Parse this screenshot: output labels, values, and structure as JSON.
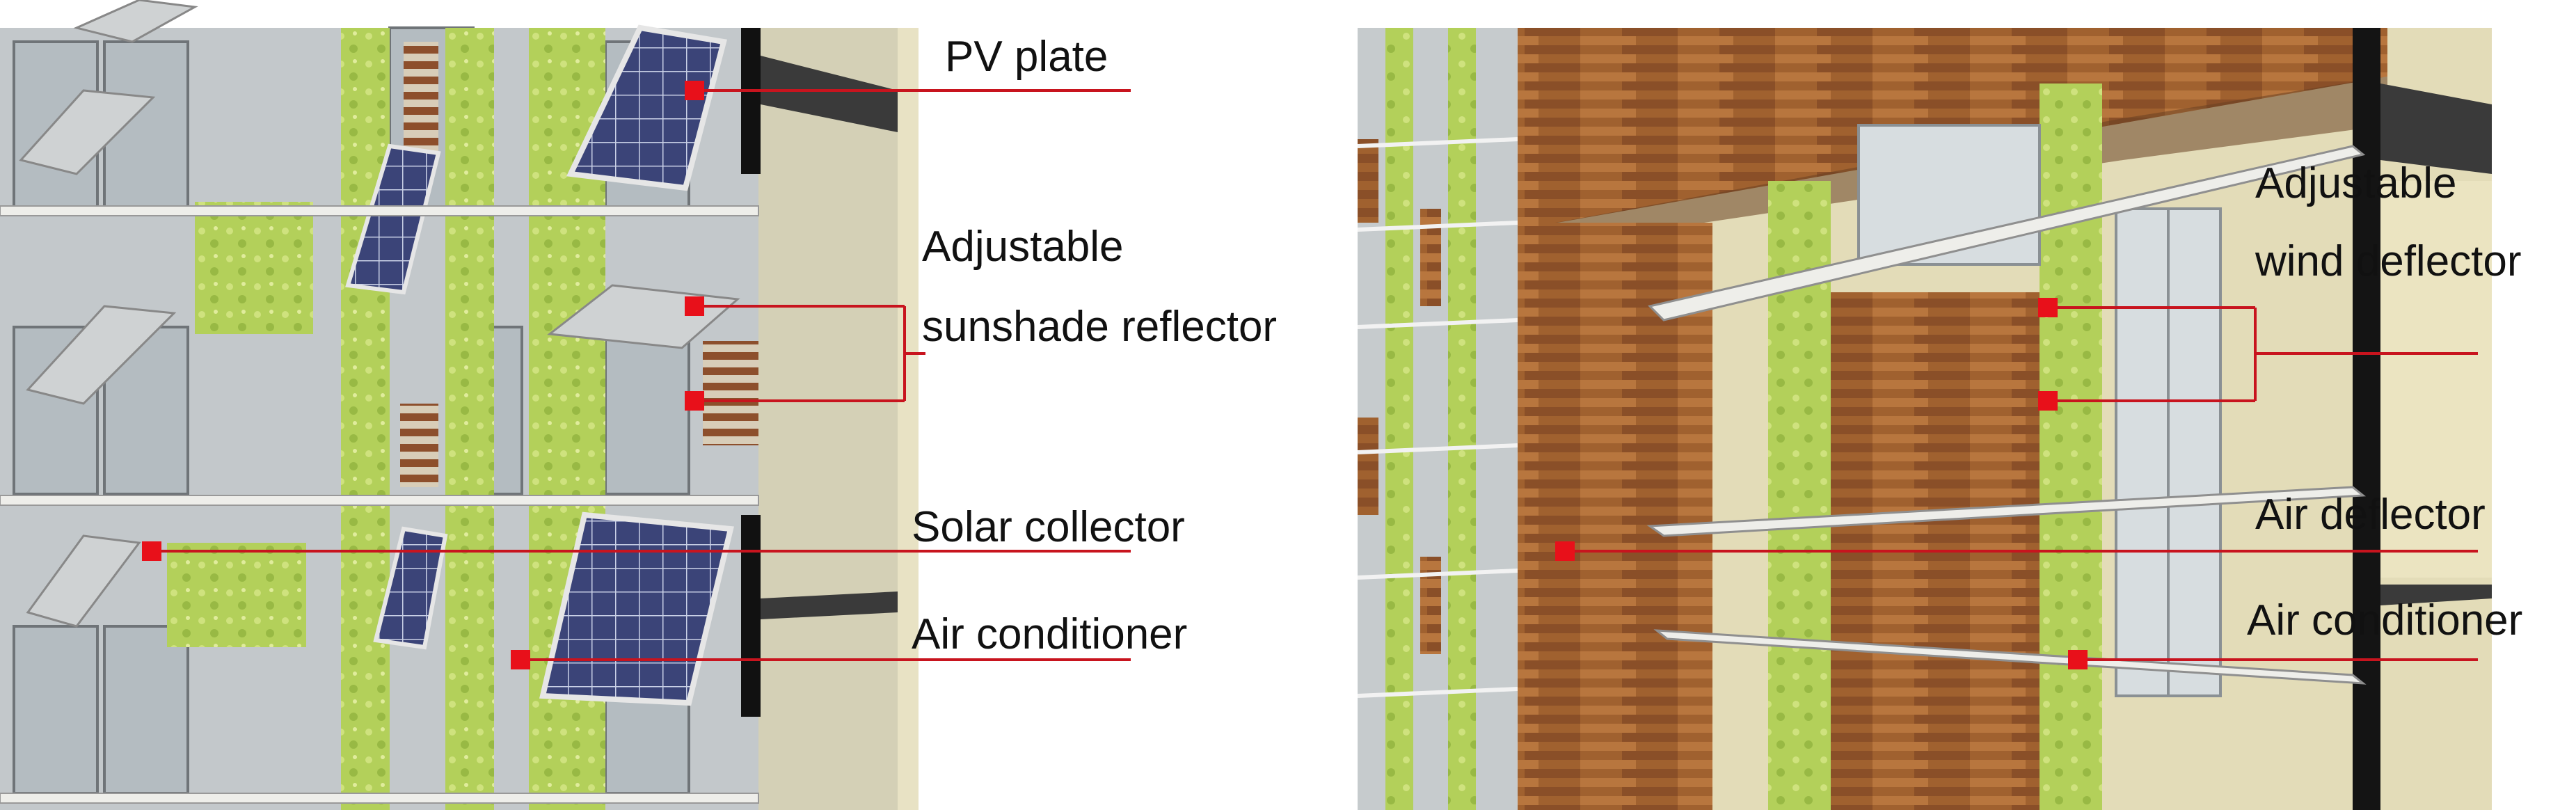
{
  "panels": [
    {
      "id": "left",
      "labels": [
        "PV plate",
        "Adjustable",
        "sunshade reflector",
        "Solar collector",
        "Air conditioner"
      ]
    },
    {
      "id": "right",
      "labels": [
        "Adjustable",
        "wind deflector",
        "Air deflector",
        "Air conditioner"
      ]
    }
  ],
  "colors": {
    "leader": "#c8141e",
    "marker": "#e8101a",
    "greenery": "#a9c950",
    "wood": "#9a5a2e",
    "glass": "#b9bfc4",
    "pv": "#3b4478",
    "frame": "#dcdcd8",
    "wall": "#e3dcb8",
    "black": "#111111"
  }
}
